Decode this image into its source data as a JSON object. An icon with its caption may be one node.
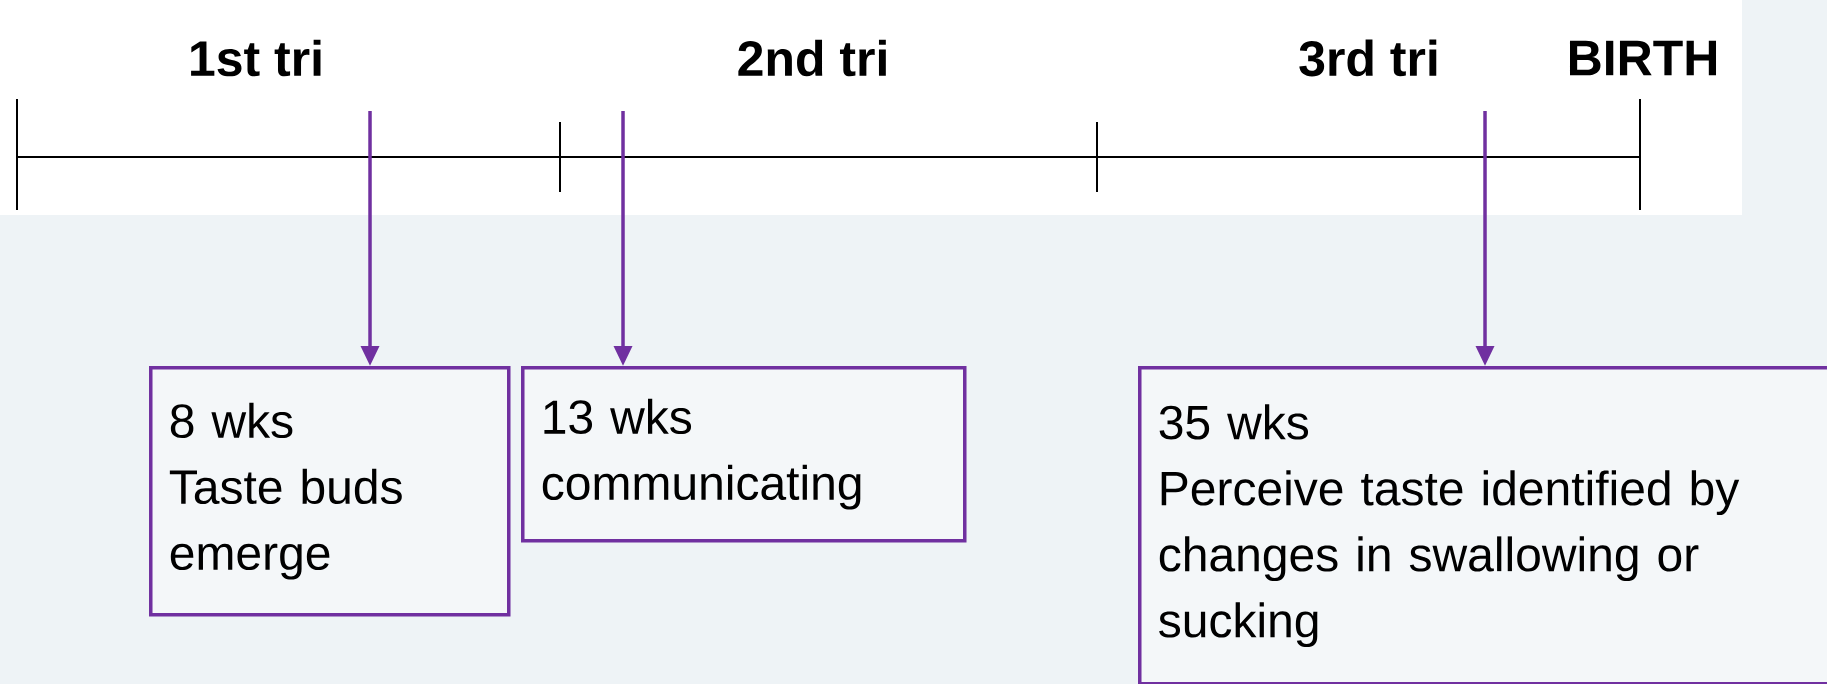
{
  "diagram": {
    "nodes": [
      {
        "text": [
          "8 wks",
          "Taste buds emerge"
        ]
      },
      {
        "text": [
          "13 wks",
          "communicating"
        ]
      },
      {
        "text": [
          "35 wks",
          "Perceive taste identified by changes in swallowing or sucking"
        ]
      }
    ],
    "edges": [
      {
        "from": null,
        "to": 0,
        "arrow": "to"
      },
      {
        "from": null,
        "to": 1,
        "arrow": "to"
      },
      {
        "from": null,
        "to": 2,
        "arrow": "to"
      }
    ],
    "labels": [
      "1st tri",
      "2nd tri",
      "3rd tri",
      "BIRTH"
    ]
  }
}
